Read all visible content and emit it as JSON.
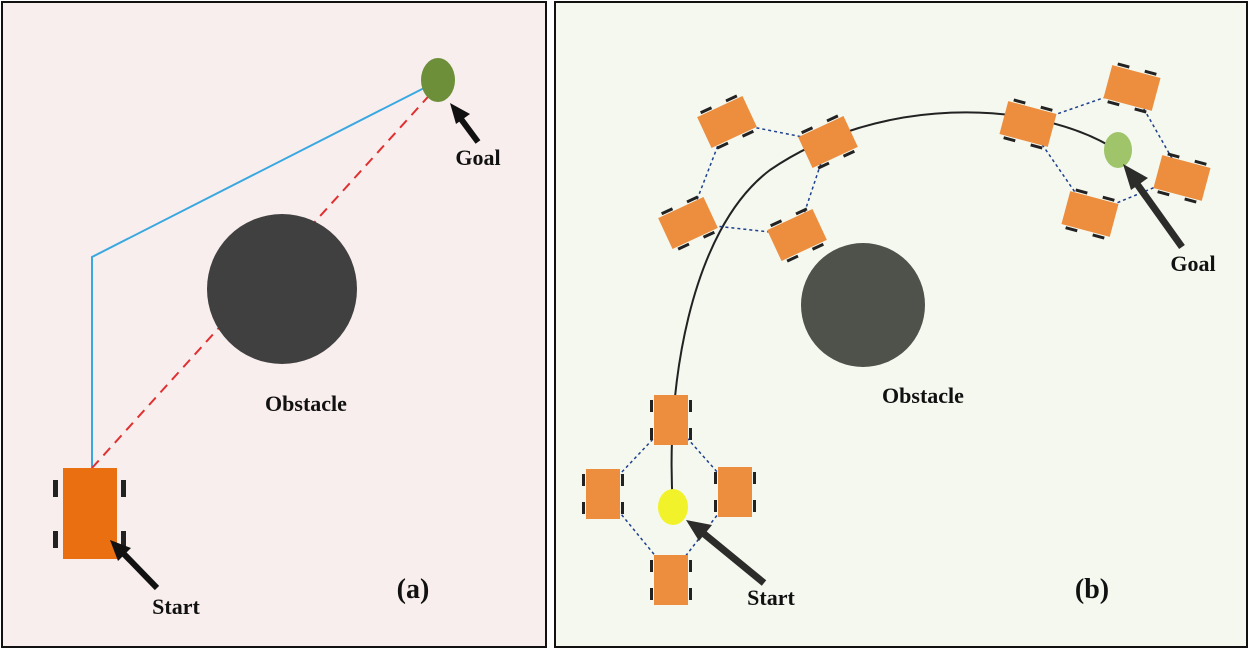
{
  "panel_a": {
    "obstacle_label": "Obstacle",
    "goal_label": "Goal",
    "start_label": "Start",
    "caption": "(a)",
    "background": "#f9eeee",
    "obstacle_color": "#404040",
    "goal_color": "#6e8f3a",
    "robot_color": "#ea6f11",
    "path_solid_color": "#3aa8e0",
    "path_dashed_color": "#e03030"
  },
  "panel_b": {
    "obstacle_label": "Obstacle",
    "goal_label": "Goal",
    "start_label": "Start",
    "caption": "(b)",
    "background": "#f4f8ef",
    "obstacle_color": "#4f514b",
    "goal_color": "#9fc46a",
    "start_color": "#f2f22a",
    "robot_color": "#ec8e3e",
    "formation_line_color": "#1f3f8f",
    "trajectory_color": "#222222"
  }
}
